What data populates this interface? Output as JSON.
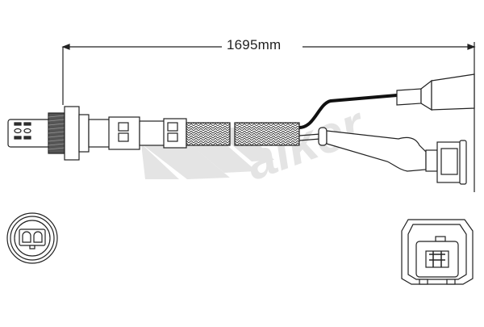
{
  "diagram": {
    "subject": "oxygen sensor with braided lead and connectors",
    "dimension": {
      "label": "1695mm",
      "value": 1695,
      "unit": "mm"
    },
    "watermark": {
      "text": "Walker",
      "color": "#e2e2e2"
    },
    "views": [
      {
        "name": "sensor-side-view"
      },
      {
        "name": "sensor-end-view"
      },
      {
        "name": "connector-face-view"
      }
    ],
    "colors": {
      "line": "#222222",
      "wire_black": "#111111",
      "background": "#ffffff"
    }
  }
}
